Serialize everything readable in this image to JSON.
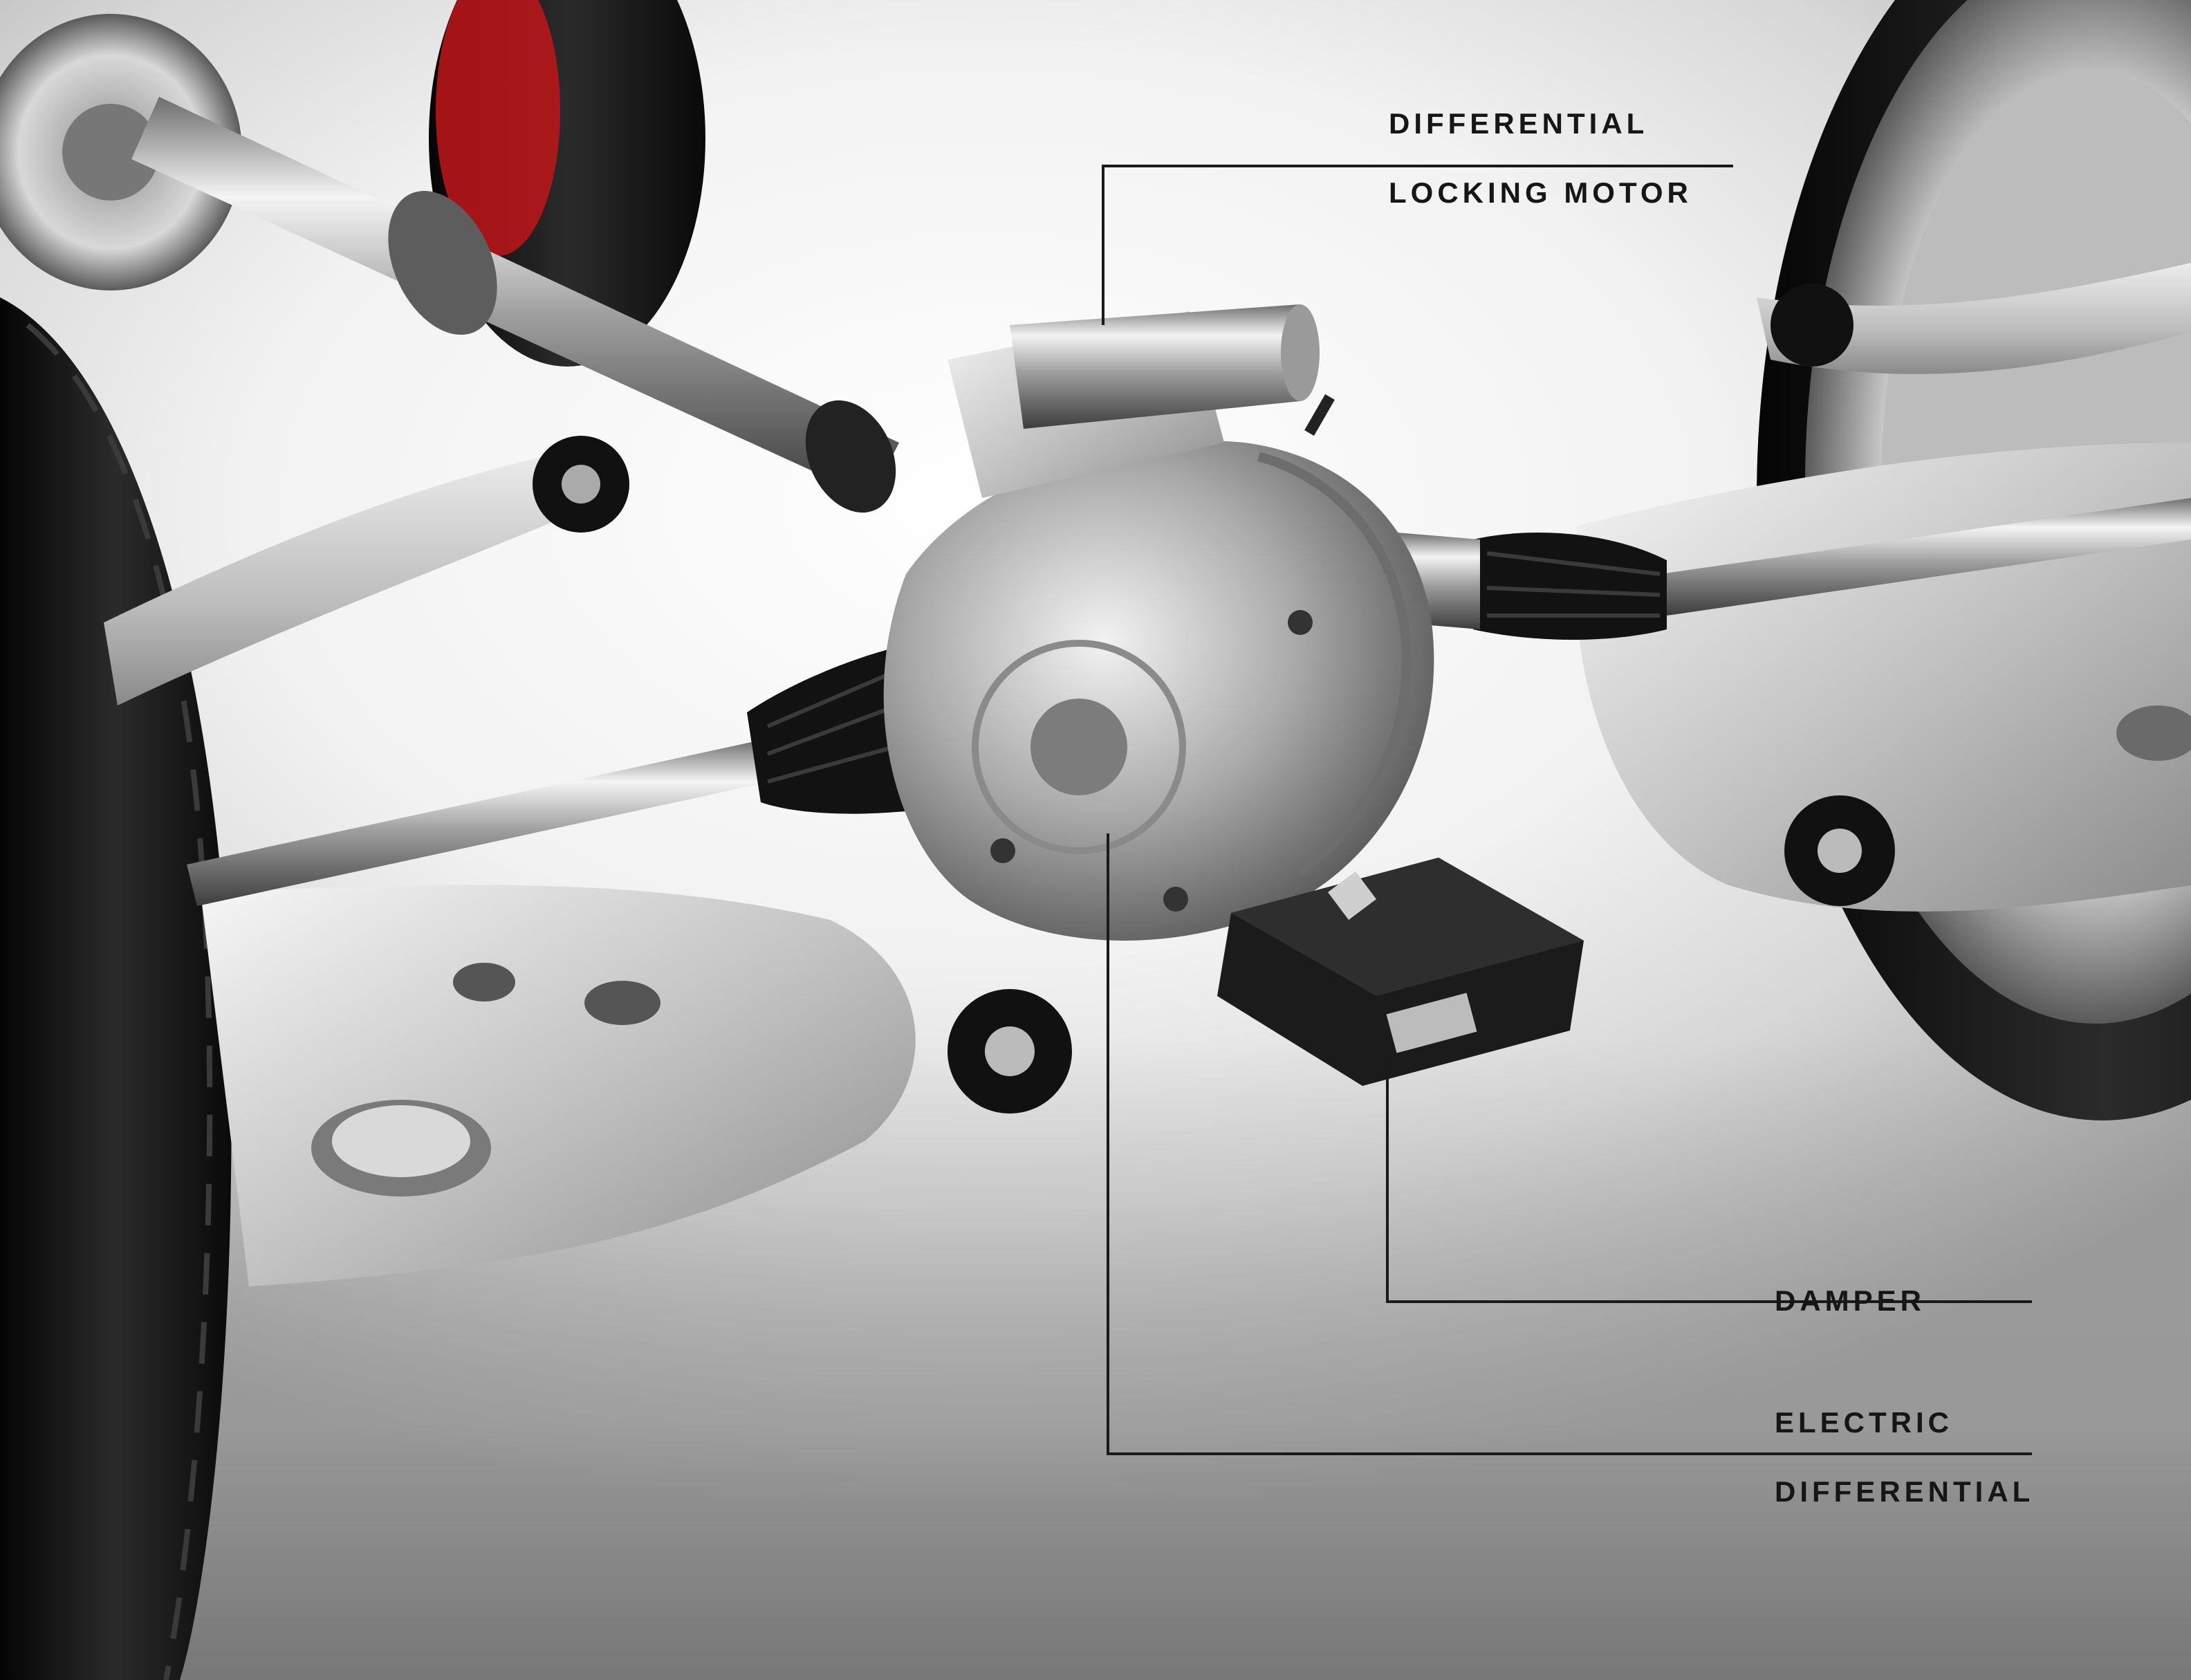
{
  "callouts": {
    "locking_motor": {
      "line1": "DIFFERENTIAL",
      "line2": "LOCKING MOTOR"
    },
    "damper": {
      "label": "DAMPER"
    },
    "electric_differential": {
      "line1": "ELECTRIC",
      "line2": "DIFFERENTIAL"
    }
  },
  "colors": {
    "callout_text": "#161616",
    "leader_line": "#1a1a1a",
    "tire": "#151515",
    "aluminum": "#c9c9c9",
    "boot": "#121212",
    "caliper": "#c0161a"
  }
}
